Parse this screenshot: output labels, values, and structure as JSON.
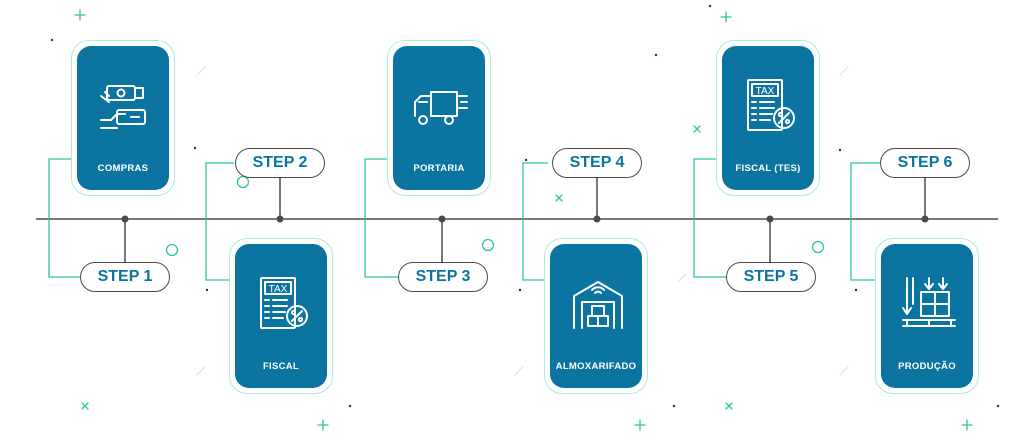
{
  "colors": {
    "card_fill": "#0b74a0",
    "card_outline": "#a9ece0",
    "accent": "#2ec4a6",
    "line": "#4a4a4a"
  },
  "steps": [
    {
      "pill": "STEP 1",
      "card": "COMPRAS",
      "icon": "money-exchange-icon"
    },
    {
      "pill": "STEP 2",
      "card": "FISCAL",
      "icon": "tax-document-icon"
    },
    {
      "pill": "STEP 3",
      "card": "PORTARIA",
      "icon": "delivery-truck-icon"
    },
    {
      "pill": "STEP 4",
      "card": "ALMOXARIFADO",
      "icon": "warehouse-icon"
    },
    {
      "pill": "STEP 5",
      "card": "FISCAL (TES)",
      "icon": "tax-document-icon"
    },
    {
      "pill": "STEP 6",
      "card": "PRODUÇÃO",
      "icon": "production-pallet-icon"
    }
  ]
}
